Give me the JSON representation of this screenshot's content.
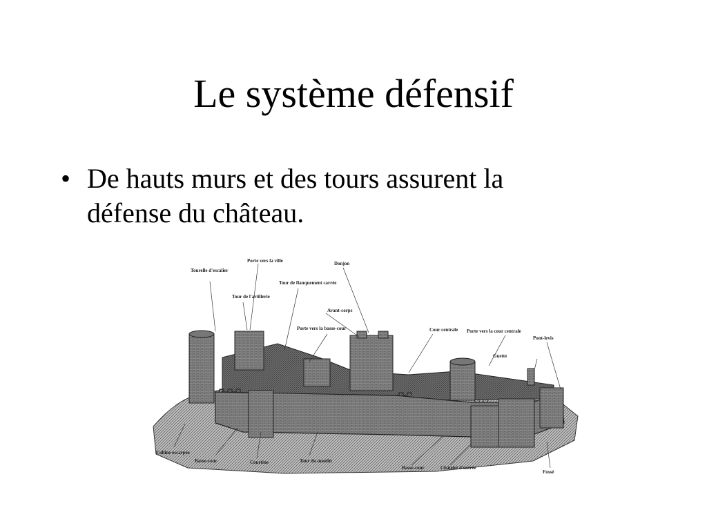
{
  "slide": {
    "title": "Le système défensif",
    "bullets": [
      "De hauts murs et des tours assurent la défense du château."
    ],
    "bullet_glyph": "•"
  },
  "diagram": {
    "labels": {
      "tourelle": "Tourelle d'escalier",
      "porte_ville": "Porte vers la ville",
      "donjon": "Donjon",
      "tour_artillerie": "Tour de l'artillerie",
      "tour_flanquement": "Tour de flanquement carrée",
      "avant_corps": "Avant-corps",
      "porte_basse_cour": "Porte vers la basse-cour",
      "cour_centrale": "Cour centrale",
      "porte_cour_centrale": "Porte vers la cour centrale",
      "pont_levis": "Pont-levis",
      "guette": "Guette",
      "colline": "Colline escarpée",
      "basse_cour_1": "Basse-cour",
      "courtine": "Courtine",
      "tour_moulin": "Tour du moulin",
      "basse_cour_2": "Basse-cour",
      "chatelet": "Châtelet d'entrée",
      "fosse": "Fossé"
    }
  }
}
